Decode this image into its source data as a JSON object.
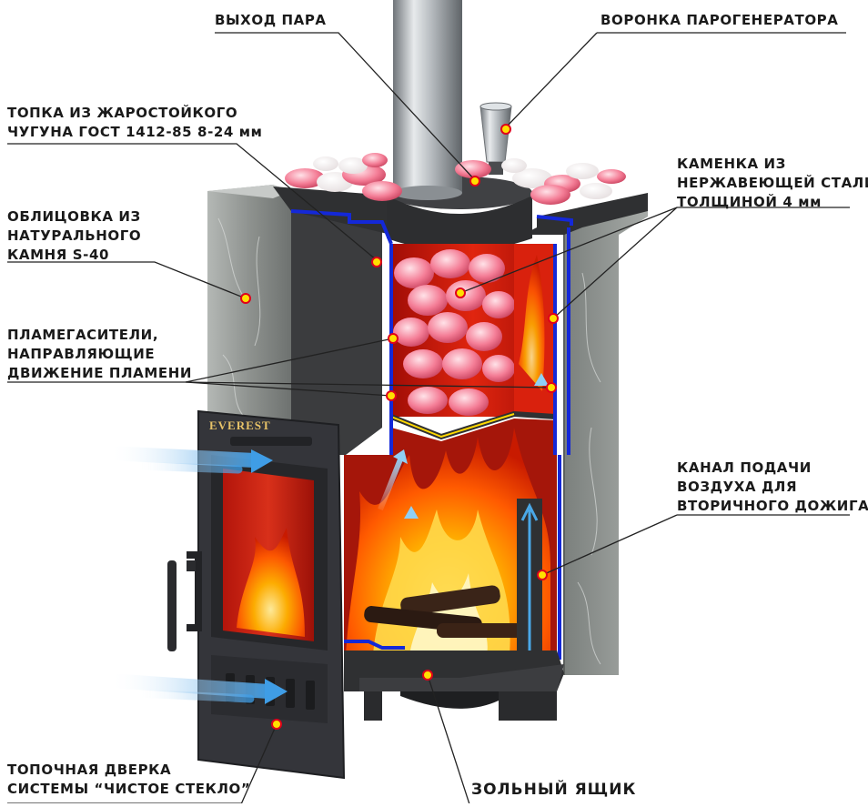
{
  "brand": "EVEREST",
  "labels": {
    "steam_outlet": "ВЫХОД ПАРА",
    "steam_funnel": "ВОРОНКА ПАРОГЕНЕРАТОРА",
    "firebox": [
      "ТОПКА ИЗ ЖАРОСТОЙКОГО",
      "ЧУГУНА ГОСТ 1412-85 8-24 мм"
    ],
    "heater": [
      "КАМЕНКА ИЗ",
      "НЕРЖАВЕЮЩЕЙ СТАЛИ",
      "ТОЛЩИНОЙ 4 мм"
    ],
    "cladding": [
      "ОБЛИЦОВКА ИЗ",
      "НАТУРАЛЬНОГО",
      "КАМНЯ S-40"
    ],
    "flame_arresters": [
      "ПЛАМЕГАСИТЕЛИ,",
      "НАПРАВЛЯЮЩИЕ",
      "ДВИЖЕНИЕ ПЛАМЕНИ"
    ],
    "air_channel": [
      "КАНАЛ ПОДАЧИ",
      "ВОЗДУХА ДЛЯ",
      "ВТОРИЧНОГО ДОЖИГА"
    ],
    "fire_door": [
      "ТОПОЧНАЯ ДВЕРКА",
      "СИСТЕМЫ “ЧИСТОЕ СТЕКЛО”"
    ],
    "ash_box": "ЗОЛЬНЫЙ ЯЩИК"
  },
  "colors": {
    "marker": "#ffe000",
    "marker_ring": "#e0001a",
    "cast_iron": "#3a3a3c",
    "steel_line": "#1428d8",
    "stone": "#8d918e",
    "stones_pink": "#f4a0b0",
    "fire": "#ff8a00",
    "chamber": "#c8140a",
    "airflow": "#4aa8e8",
    "leader": "#222222"
  }
}
